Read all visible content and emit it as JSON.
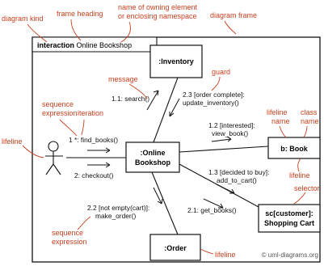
{
  "colors": {
    "annotation": "#c8401f",
    "ink": "#111111",
    "background": "#ffffff"
  },
  "frame": {
    "kind": "interaction",
    "name": "Online Bookshop"
  },
  "lifelines": {
    "inventory": ":Inventory",
    "online_bookshop_line1": ":Online",
    "online_bookshop_line2": "Bookshop",
    "book": "b: Book",
    "shopping_cart_line1": "sc[customer]:",
    "shopping_cart_line2": "Shopping Cart",
    "order": ":Order"
  },
  "messages": {
    "search": "1.1: search()",
    "update_guard": "2.3 [order complete]:",
    "update_inventory": "update_inventory()",
    "find_books": "1 *: find_books()",
    "checkout": "2: checkout()",
    "interested": "1.2 [interested]:",
    "view_book": "view_book()",
    "decided": "1.3 [decided to buy]:",
    "add_to_cart": "add_to_cart()",
    "get_books": "2.1: get_books()",
    "not_empty": "2.2 [not empty(cart)]:",
    "make_order": "make_order()"
  },
  "annotations": {
    "diagram_kind": "diagram kind",
    "frame_heading": "frame heading",
    "namespace_line1": "name of owning element",
    "namespace_line2": "or enclosing namespace",
    "diagram_frame": "diagram frame",
    "guard": "guard",
    "message": "message",
    "sequence_expression_1a": "sequence",
    "sequence_expression_1b": "expression",
    "iteration": "iteration",
    "lifeline_left": "lifeline",
    "lifeline_name_a": "lifeline",
    "lifeline_name_b": "name",
    "class_name_a": "class",
    "class_name_b": "name",
    "lifeline_right": "lifeline",
    "selector": "selector",
    "sequence_expression_2a": "sequence",
    "sequence_expression_2b": "expression",
    "lifeline_bottom": "lifeline"
  },
  "watermark": "© uml-diagrams.org"
}
